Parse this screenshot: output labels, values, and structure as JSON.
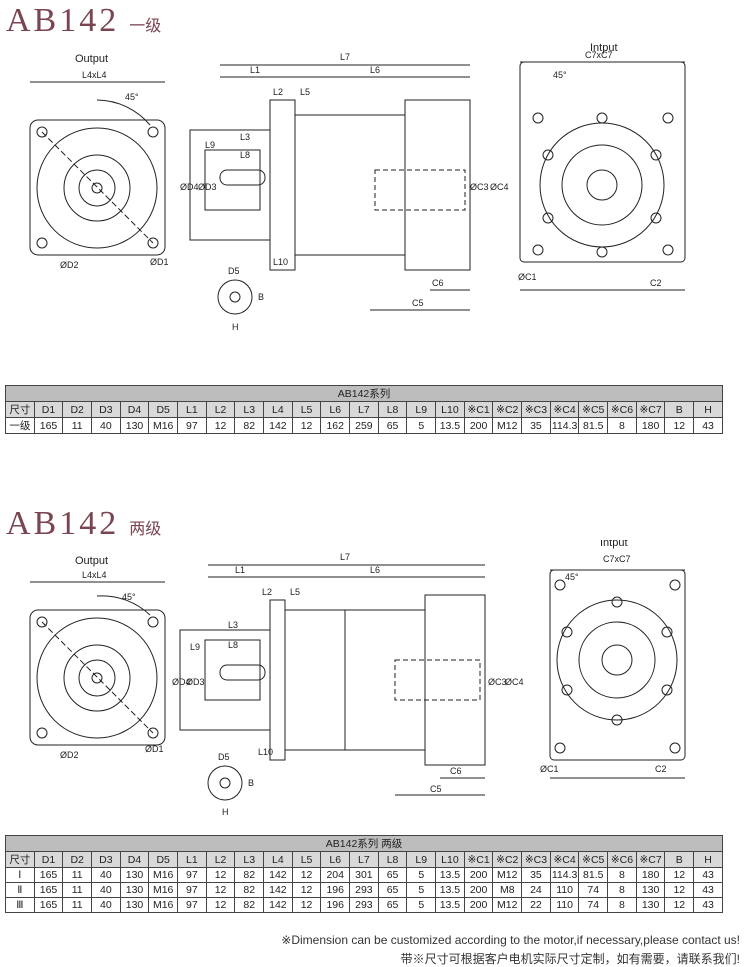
{
  "sections": [
    {
      "model": "AB142",
      "stage": "一级",
      "output_label": "Output",
      "input_label": "Intput",
      "table": {
        "caption": "AB142系列",
        "headers": [
          "尺寸",
          "D1",
          "D2",
          "D3",
          "D4",
          "D5",
          "L1",
          "L2",
          "L3",
          "L4",
          "L5",
          "L6",
          "L7",
          "L8",
          "L9",
          "L10",
          "※C1",
          "※C2",
          "※C3",
          "※C4",
          "※C5",
          "※C6",
          "※C7",
          "B",
          "H"
        ],
        "rows": [
          [
            "一级",
            "165",
            "11",
            "40",
            "130",
            "M16",
            "97",
            "12",
            "82",
            "142",
            "12",
            "162",
            "259",
            "65",
            "5",
            "13.5",
            "200",
            "M12",
            "35",
            "114.3",
            "81.5",
            "8",
            "180",
            "12",
            "43"
          ]
        ]
      }
    },
    {
      "model": "AB142",
      "stage": "两级",
      "output_label": "Output",
      "input_label": "Intput",
      "table": {
        "caption": "AB142系列  两级",
        "headers": [
          "尺寸",
          "D1",
          "D2",
          "D3",
          "D4",
          "D5",
          "L1",
          "L2",
          "L3",
          "L4",
          "L5",
          "L6",
          "L7",
          "L8",
          "L9",
          "L10",
          "※C1",
          "※C2",
          "※C3",
          "※C4",
          "※C5",
          "※C6",
          "※C7",
          "B",
          "H"
        ],
        "rows": [
          [
            "Ⅰ",
            "165",
            "11",
            "40",
            "130",
            "M16",
            "97",
            "12",
            "82",
            "142",
            "12",
            "204",
            "301",
            "65",
            "5",
            "13.5",
            "200",
            "M12",
            "35",
            "114.3",
            "81.5",
            "8",
            "180",
            "12",
            "43"
          ],
          [
            "Ⅱ",
            "165",
            "11",
            "40",
            "130",
            "M16",
            "97",
            "12",
            "82",
            "142",
            "12",
            "196",
            "293",
            "65",
            "5",
            "13.5",
            "200",
            "M8",
            "24",
            "110",
            "74",
            "8",
            "130",
            "12",
            "43"
          ],
          [
            "Ⅲ",
            "165",
            "11",
            "40",
            "130",
            "M16",
            "97",
            "12",
            "82",
            "142",
            "12",
            "196",
            "293",
            "65",
            "5",
            "13.5",
            "200",
            "M12",
            "22",
            "110",
            "74",
            "8",
            "130",
            "12",
            "43"
          ]
        ]
      }
    }
  ],
  "dims": {
    "L4xL4": "L4xL4",
    "C7xC7": "C7xC7",
    "angle": "45°",
    "L1": "L1",
    "L2": "L2",
    "L3": "L3",
    "L5": "L5",
    "L6": "L6",
    "L7": "L7",
    "L8": "L8",
    "L9": "L9",
    "L10": "L10",
    "D1": "ØD1",
    "D2": "ØD2",
    "D3": "ØD3",
    "D4": "ØD4",
    "D5": "D5",
    "C1": "ØC1",
    "C2": "C2",
    "C3": "ØC3",
    "C4": "ØC4",
    "C5": "C5",
    "C6": "C6",
    "B": "B",
    "H": "H"
  },
  "footnote": {
    "en": "※Dimension can be customized according to the motor,if necessary,please contact us!",
    "cn": "带※尺寸可根据客户电机实际尺寸定制，如有需要，请联系我们!"
  }
}
